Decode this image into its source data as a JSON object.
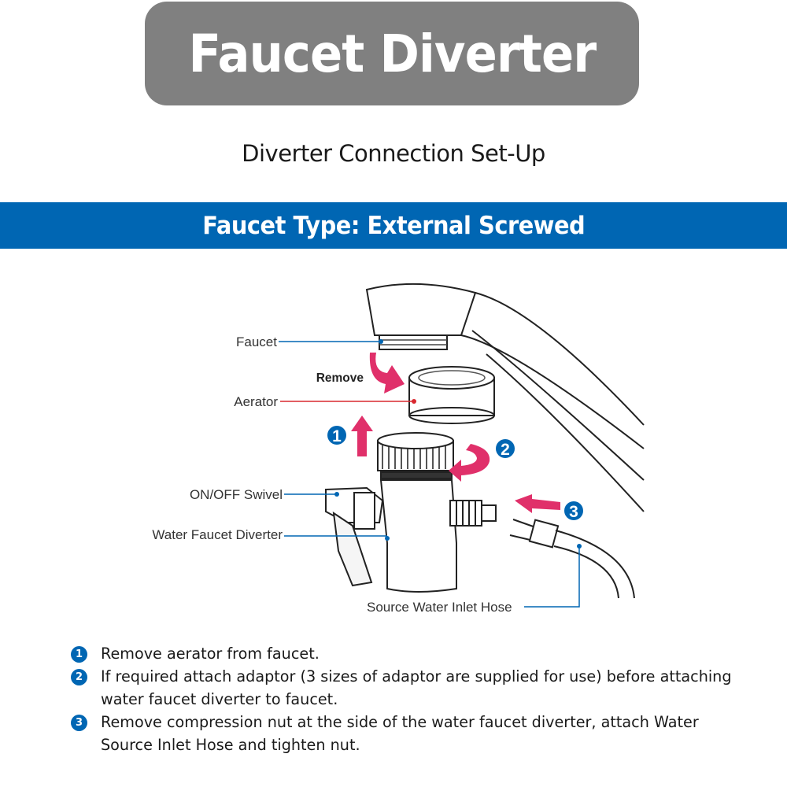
{
  "header": {
    "title": "Faucet Diverter",
    "subtitle": "Diverter Connection Set-Up"
  },
  "band": {
    "label": "Faucet Type: External Screwed"
  },
  "diagram": {
    "labels": {
      "faucet": "Faucet",
      "remove": "Remove",
      "aerator": "Aerator",
      "swivel": "ON/OFF Swivel",
      "diverter": "Water Faucet Diverter",
      "hose": "Source Water Inlet Hose"
    },
    "markers": [
      "1",
      "2",
      "3"
    ]
  },
  "steps": [
    {
      "num": "1",
      "text": "Remove aerator from faucet."
    },
    {
      "num": "2",
      "text": "If required attach adaptor (3 sizes of adaptor are supplied for use) before attaching water faucet diverter to faucet."
    },
    {
      "num": "3",
      "text": "Remove compression nut at the side of the water faucet diverter, attach Water Source Inlet Hose and tighten nut."
    }
  ],
  "colors": {
    "title_bg": "#808080",
    "band_bg": "#0066b3",
    "accent_blue": "#0066b3",
    "arrow_pink": "#e0306a",
    "callout_red": "#d9282f"
  }
}
